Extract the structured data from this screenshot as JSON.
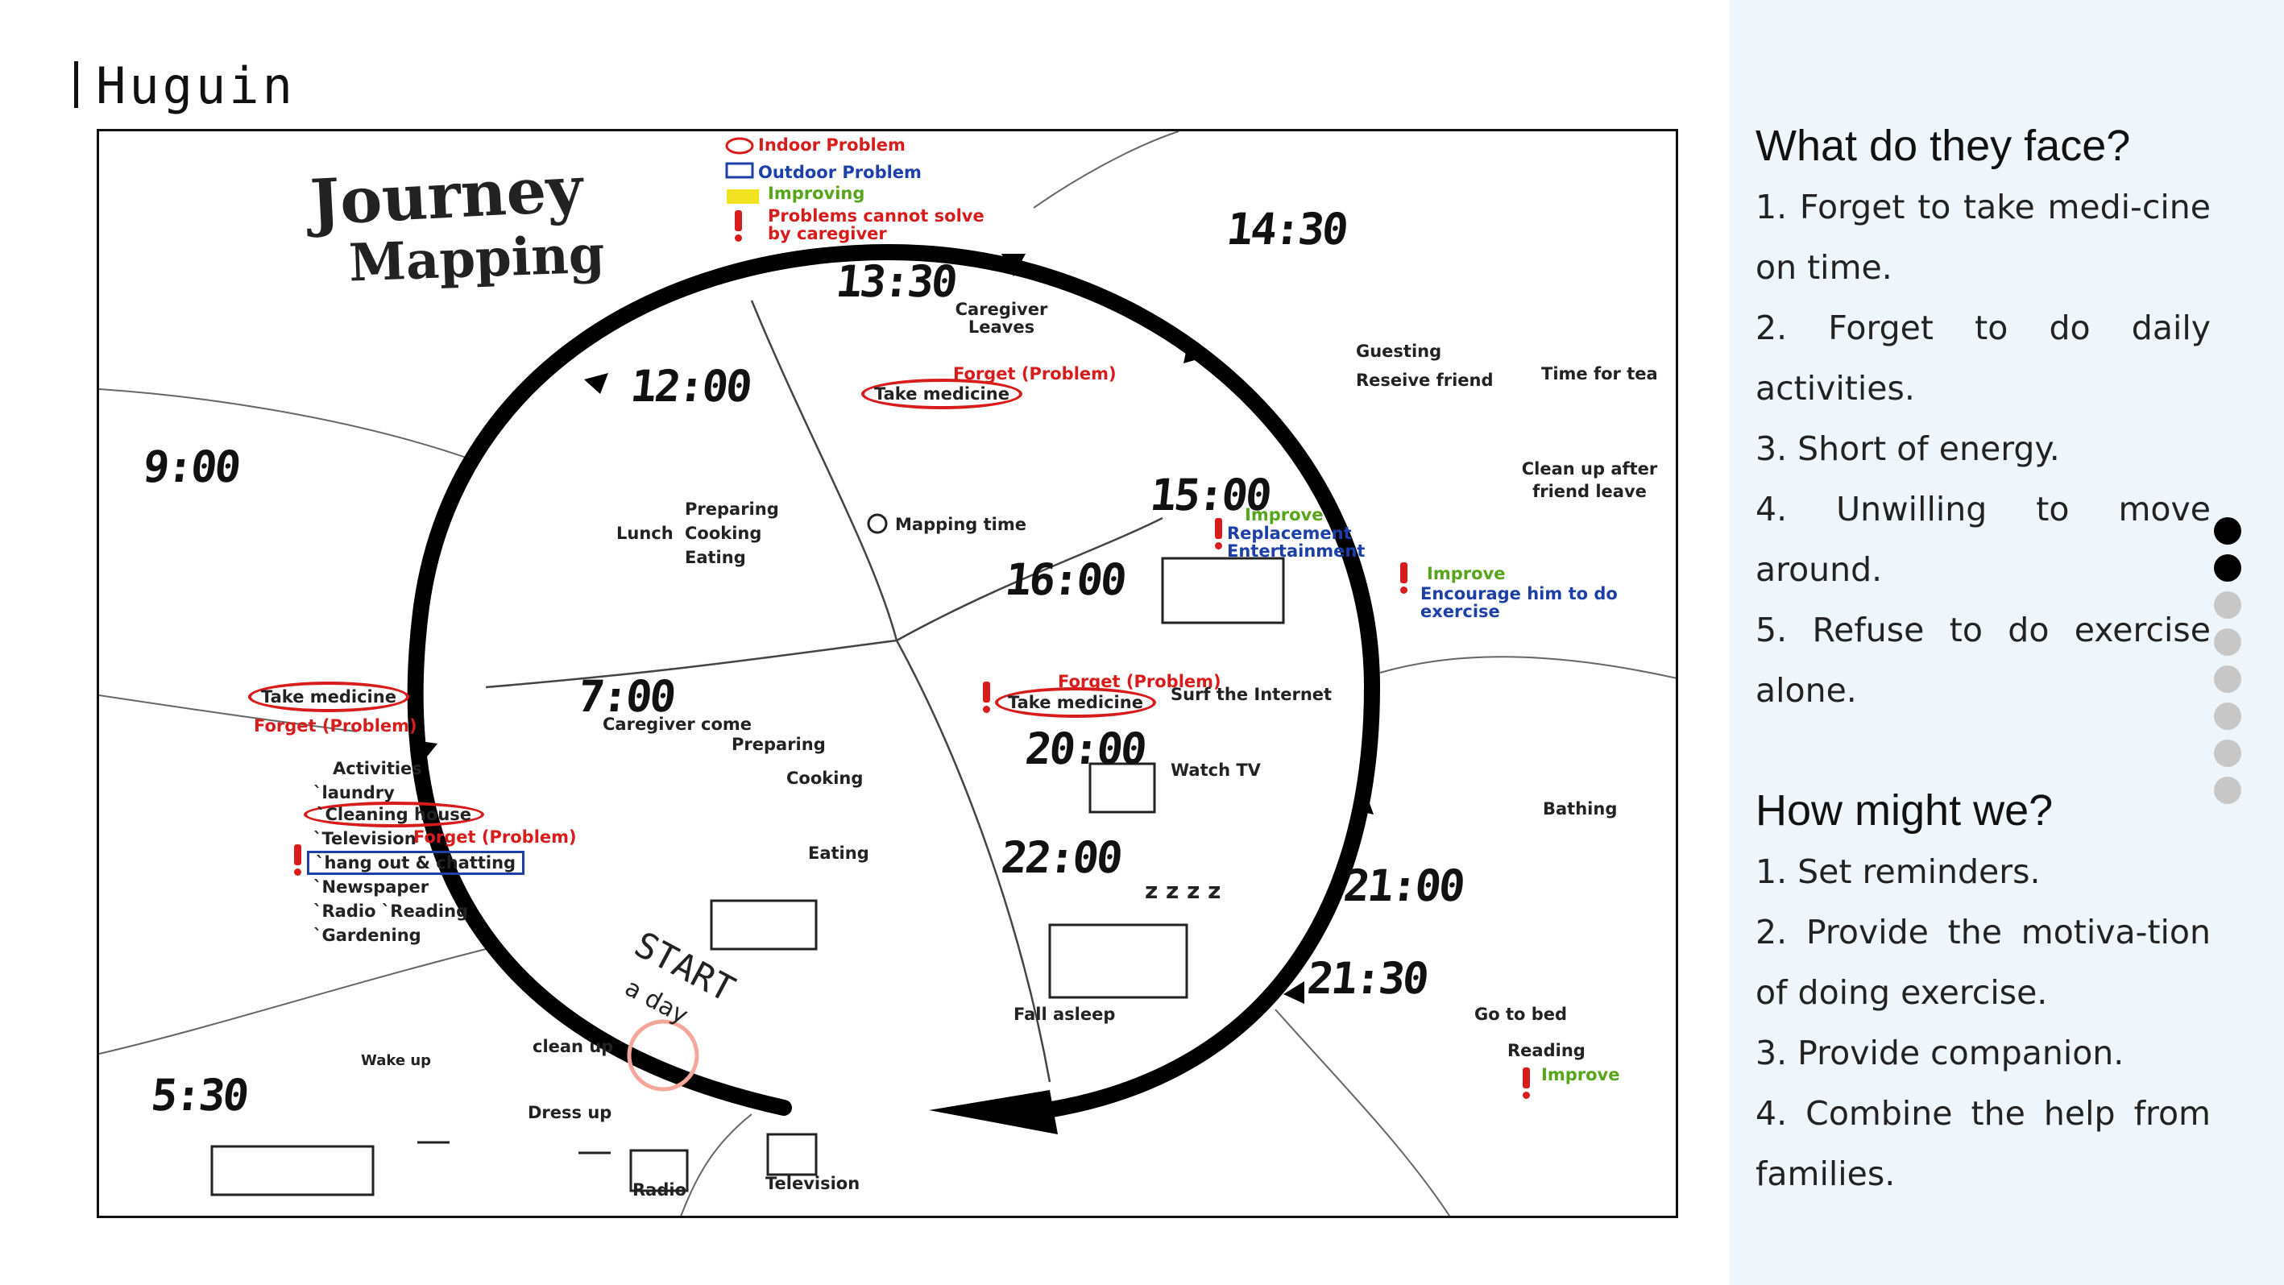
{
  "brand": "Huguin",
  "title": {
    "line1": "Journey",
    "line2": "Mapping"
  },
  "legend": {
    "indoor": "Indoor Problem",
    "outdoor": "Outdoor Problem",
    "improving": "Improving",
    "cannot_solve": "Problems cannot solve by caregiver"
  },
  "times": {
    "t0530": "5:30",
    "t0700": "7:00",
    "t0900": "9:00",
    "t1200": "12:00",
    "t1330": "13:30",
    "t1400": "14:30",
    "t1500": "15:00",
    "t1600": "16:00",
    "t2000": "20:00",
    "t2100": "21:00",
    "t2130": "21:30",
    "t2200": "22:00"
  },
  "labels": {
    "caregiver_leaves": "Caregiver Leaves",
    "forget_problem": "Forget (Problem)",
    "take_medicine": "Take medicine",
    "mapping_time": "Mapping time",
    "guesting": "Guesting",
    "receive_friend": "Reseive friend",
    "time_for_tea": "Time for tea",
    "clean_up_after": "Clean up after friend leave",
    "improve": "Improve",
    "encourage": "Encourage him to do exercise",
    "replacement": "Replacement",
    "entertainment": "Entertainment",
    "surf_internet": "Surf the Internet",
    "watch_tv": "Watch TV",
    "bathing": "Bathing",
    "fall_asleep": "Fall asleep",
    "zzz": "z z z z",
    "go_to_bed": "Go to bed",
    "reading": "Reading",
    "lunch": "Lunch",
    "preparing": "Preparing",
    "cooking": "Cooking",
    "eating": "Eating",
    "caregiver_come": "Caregiver come",
    "activities": "Activities",
    "laundry": "`laundry",
    "cleaning_house": "`Cleaning house",
    "television_item": "`Television",
    "hang_out": "`hang out & chatting",
    "newspaper": "`Newspaper",
    "radio_reading": "`Radio `Reading",
    "gardening": "`Gardening",
    "start": "START",
    "a_day": "a day",
    "wake_up": "Wake up",
    "clean_up": "clean up",
    "dress_up": "Dress up",
    "radio": "Radio",
    "television": "Television"
  },
  "panel": {
    "face_heading": "What do they face?",
    "face_items": [
      "1. Forget to take medi-­cine on time.",
      "2. Forget to do daily activities.",
      "3. Short of energy.",
      "4. Unwilling to move around.",
      "5. Refuse to do exercise alone."
    ],
    "hmw_heading": "How might we?",
    "hmw_items": [
      "1. Set reminders.",
      "2. Provide the motiva-­tion of doing exercise.",
      "3. Provide companion.",
      "4. Combine the help from families."
    ]
  },
  "pagination": {
    "total": 8,
    "active": [
      0,
      1
    ]
  },
  "colors": {
    "problem_red": "#d81c1c",
    "outdoor_blue": "#1d3fa8",
    "improve_green": "#56a51a",
    "panel_bg": "#eef6fb"
  }
}
